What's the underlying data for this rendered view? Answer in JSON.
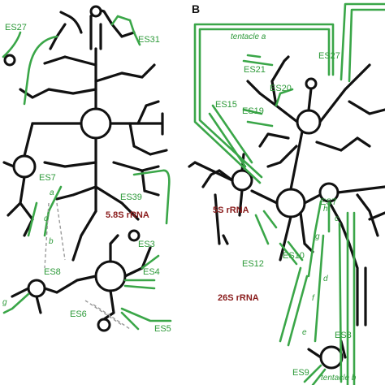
{
  "panel_labels": {
    "b": "B"
  },
  "panel_a": {
    "segment_labels": {
      "es27": "ES27",
      "es31": "ES31",
      "es7": "ES7",
      "es39": "ES39",
      "es8": "ES8",
      "es3": "ES3",
      "es4": "ES4",
      "es6": "ES6",
      "es5": "ES5"
    },
    "helix_labels": {
      "a": "a",
      "b": "b",
      "d": "d",
      "g": "g"
    },
    "rrna_labels": {
      "r58s": "5.8S rRNA"
    }
  },
  "panel_b": {
    "segment_labels": {
      "es27": "ES27",
      "es21": "ES21",
      "es20": "ES20",
      "es15": "ES15",
      "es19": "ES19",
      "es7": "ES7",
      "es12": "ES12",
      "es10": "ES10",
      "es8": "ES8",
      "es9": "ES9"
    },
    "helix_labels": {
      "h": "h",
      "c": "c",
      "g": "g",
      "d": "d",
      "f": "f",
      "e": "e"
    },
    "tentacle_labels": {
      "a": "tentacle a",
      "b": "tentacle b"
    },
    "rrna_labels": {
      "r5s": "5S rRNA",
      "r26s": "26S rRNA"
    }
  },
  "colors": {
    "rna": "#111111",
    "expansion_segment": "#3aa648",
    "rrna_label": "#8a1c1c"
  }
}
